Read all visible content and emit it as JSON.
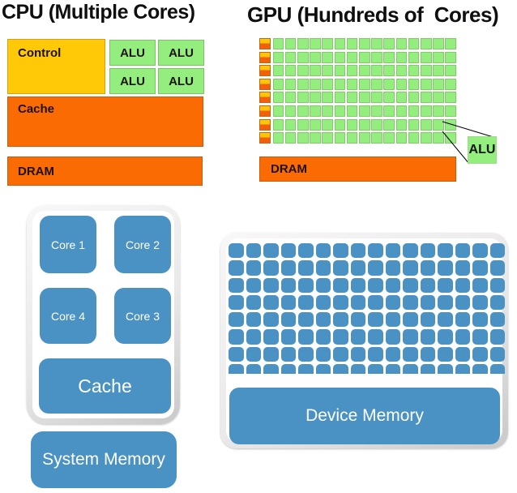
{
  "cpu_panel": {
    "title": "CPU (Multiple Cores)",
    "control": "Control",
    "alus": [
      "ALU",
      "ALU",
      "ALU",
      "ALU"
    ],
    "cache": "Cache",
    "dram": "DRAM"
  },
  "gpu_panel": {
    "title": "GPU (Hundreds of  Cores)",
    "dram": "DRAM",
    "alu_callout": "ALU",
    "grid_rows": 8,
    "grid_cols": 15
  },
  "cpu_chip": {
    "cores": [
      "Core 1",
      "Core 2",
      "Core 4",
      "Core 3"
    ],
    "cache": "Cache",
    "memory": "System Memory"
  },
  "gpu_chip": {
    "grid_rows": 8,
    "grid_cols": 16,
    "memory": "Device Memory"
  },
  "colors": {
    "control_yellow": "#FFC907",
    "cache_orange": "#FB6B04",
    "alu_green": "#93EE7D",
    "block_blue": "#4A92C4"
  }
}
